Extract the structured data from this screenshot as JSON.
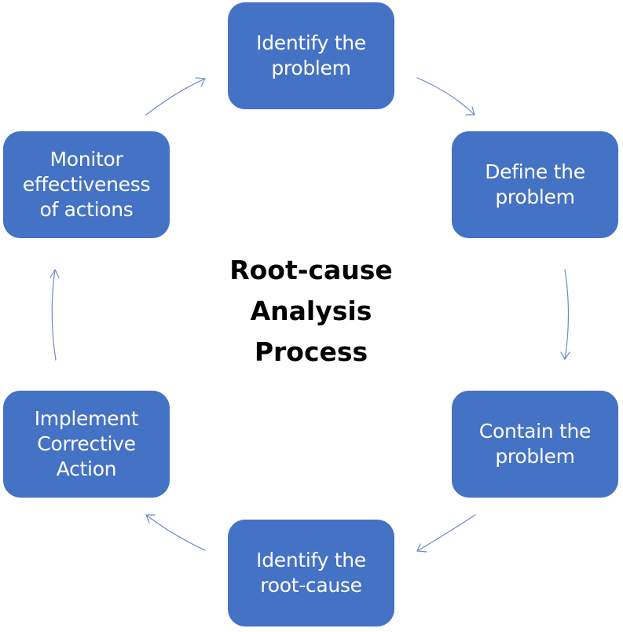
{
  "diagram": {
    "title": "Root-cause\nAnalysis\nProcess",
    "type": "cycle",
    "direction": "clockwise",
    "colors": {
      "box_fill": "#4472C4",
      "box_text": "#FFFFFF",
      "arrow": "#6D8CC7",
      "title_text": "#000000",
      "background": "#FFFFFF"
    },
    "steps": [
      {
        "order": 1,
        "label": "Identify the\nproblem"
      },
      {
        "order": 2,
        "label": "Define the\nproblem"
      },
      {
        "order": 3,
        "label": "Contain the\nproblem"
      },
      {
        "order": 4,
        "label": "Identify the\nroot-cause"
      },
      {
        "order": 5,
        "label": "Implement\nCorrective\nAction"
      },
      {
        "order": 6,
        "label": "Monitor\neffectiveness\nof actions"
      }
    ],
    "connectors": [
      {
        "from": 1,
        "to": 2
      },
      {
        "from": 2,
        "to": 3
      },
      {
        "from": 3,
        "to": 4
      },
      {
        "from": 4,
        "to": 5
      },
      {
        "from": 5,
        "to": 6
      },
      {
        "from": 6,
        "to": 1
      }
    ]
  }
}
